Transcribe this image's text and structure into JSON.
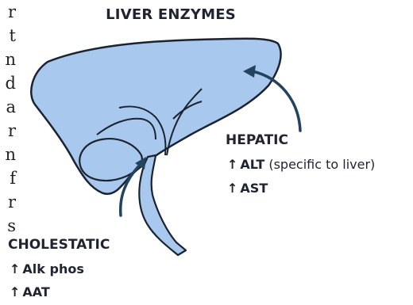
{
  "diagram": {
    "title": "LIVER ENZYMES",
    "hepatic": {
      "label": "HEPATIC",
      "items": [
        {
          "arrow": "↑",
          "name": "ALT",
          "note": "(specific to liver)"
        },
        {
          "arrow": "↑",
          "name": "AST",
          "note": ""
        }
      ]
    },
    "cholestatic": {
      "label": "CHOLESTATIC",
      "items": [
        {
          "arrow": "↑",
          "name": "Alk phos"
        },
        {
          "arrow": "↑",
          "name": "AAT"
        }
      ]
    },
    "edge_text": [
      "r",
      "t",
      "n",
      "d",
      "a",
      "r",
      "n",
      "f",
      "r",
      "s"
    ],
    "colors": {
      "liver_fill": "#a8c8ee",
      "outline": "#1b2330",
      "arrow": "#23435e",
      "text": "#1f2430"
    }
  }
}
